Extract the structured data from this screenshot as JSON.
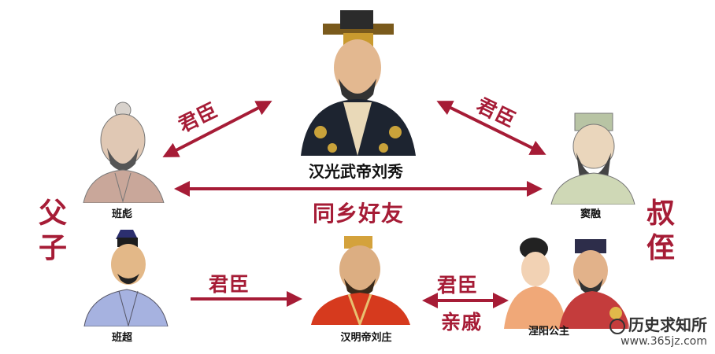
{
  "people": {
    "liu_xiu": "汉光武帝刘秀",
    "ban_biao": "班彪",
    "dou_rong": "窦融",
    "ban_chao": "班超",
    "liu_zhuang": "汉明帝刘庄",
    "nieyang": "涅阳公主"
  },
  "relations": {
    "left_top": "君臣",
    "right_top": "君臣",
    "middle": "同乡好友",
    "bottom_left": "君臣",
    "bottom_right": "君臣",
    "bottom_right_2": "亲戚"
  },
  "side_labels": {
    "left": "父子",
    "right": "叔侄"
  },
  "watermark": {
    "name": "历史求知所",
    "site": "www.365jz.com"
  },
  "colors": {
    "accent": "#a61c36",
    "text": "#111111"
  }
}
